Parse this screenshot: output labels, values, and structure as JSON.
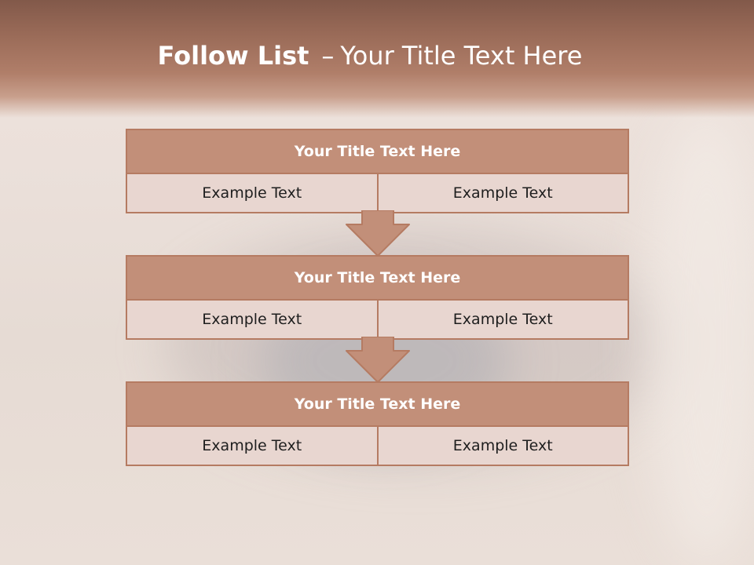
{
  "slide": {
    "title_bold": "Follow List",
    "title_separator": "–",
    "title_rest": "Your Title Text Here"
  },
  "blocks": [
    {
      "title": "Your Title Text Here",
      "left": "Example Text",
      "right": "Example Text"
    },
    {
      "title": "Your Title Text Here",
      "left": "Example Text",
      "right": "Example Text"
    },
    {
      "title": "Your Title Text Here",
      "left": "Example Text",
      "right": "Example Text"
    }
  ],
  "colors": {
    "header": "#9a6b58",
    "block_title": "#c28f79",
    "block_border": "#b57b62",
    "cell_fill": "#e8d6d0"
  }
}
